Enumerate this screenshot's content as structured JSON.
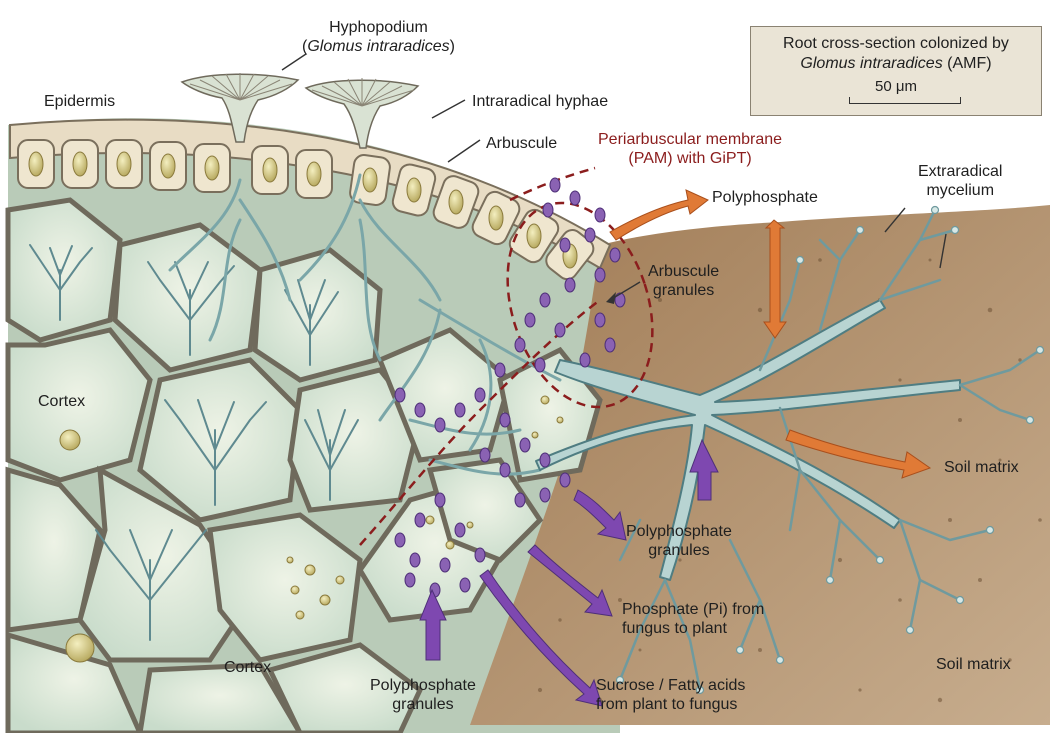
{
  "labels": {
    "hyphopodium_1": "Hyphopodium",
    "hyphopodium_2a": "(",
    "hyphopodium_2b": "Glomus intraradices",
    "hyphopodium_2c": ")",
    "epidermis": "Epidermis",
    "intraradical_hyphae": "Intraradical hyphae",
    "arbuscule": "Arbuscule",
    "pam_1": "Periarbuscular membrane",
    "pam_2": "(PAM) with GiPT)",
    "polyphosphate": "Polyphosphate",
    "extraradical_1": "Extraradical",
    "extraradical_2": "mycelium",
    "arbuscule_granules_1": "Arbuscule",
    "arbuscule_granules_2": "granules",
    "cortex_left": "Cortex",
    "cortex_bottom": "Cortex",
    "soil_matrix_right": "Soil matrix",
    "soil_matrix_bottom": "Soil matrix",
    "polyphosphate_granules_mid_1": "Polyphosphate",
    "polyphosphate_granules_mid_2": "granules",
    "phosphate_1": "Phosphate (Pi) from",
    "phosphate_2": "fungus to plant",
    "polyphosphate_granules_bottom_1": "Polyphosphate",
    "polyphosphate_granules_bottom_2": "granules",
    "sucrose_1": "Sucrose / Fatty acids",
    "sucrose_2": "from plant to fungus"
  },
  "title_box": {
    "line1": "Root cross-section colonized by",
    "line2_italic": "Glomus intraradices",
    "line2_rest": " (AMF)",
    "scale_text": "50 μm"
  },
  "colors": {
    "soil": "#8b6a4a",
    "soil_light": "#b8987a",
    "cell_fill": "#d8e5d6",
    "cell_wall": "#6f6a5c",
    "hyphae": "#b8d4d2",
    "hyphae_edge": "#5f7f82",
    "granule": "#8a62b3",
    "granule_edge": "#4e2f78",
    "arrow_orange": "#e07a36",
    "arrow_purple": "#7e48b0",
    "pam_dashed": "#8b1d1d"
  }
}
